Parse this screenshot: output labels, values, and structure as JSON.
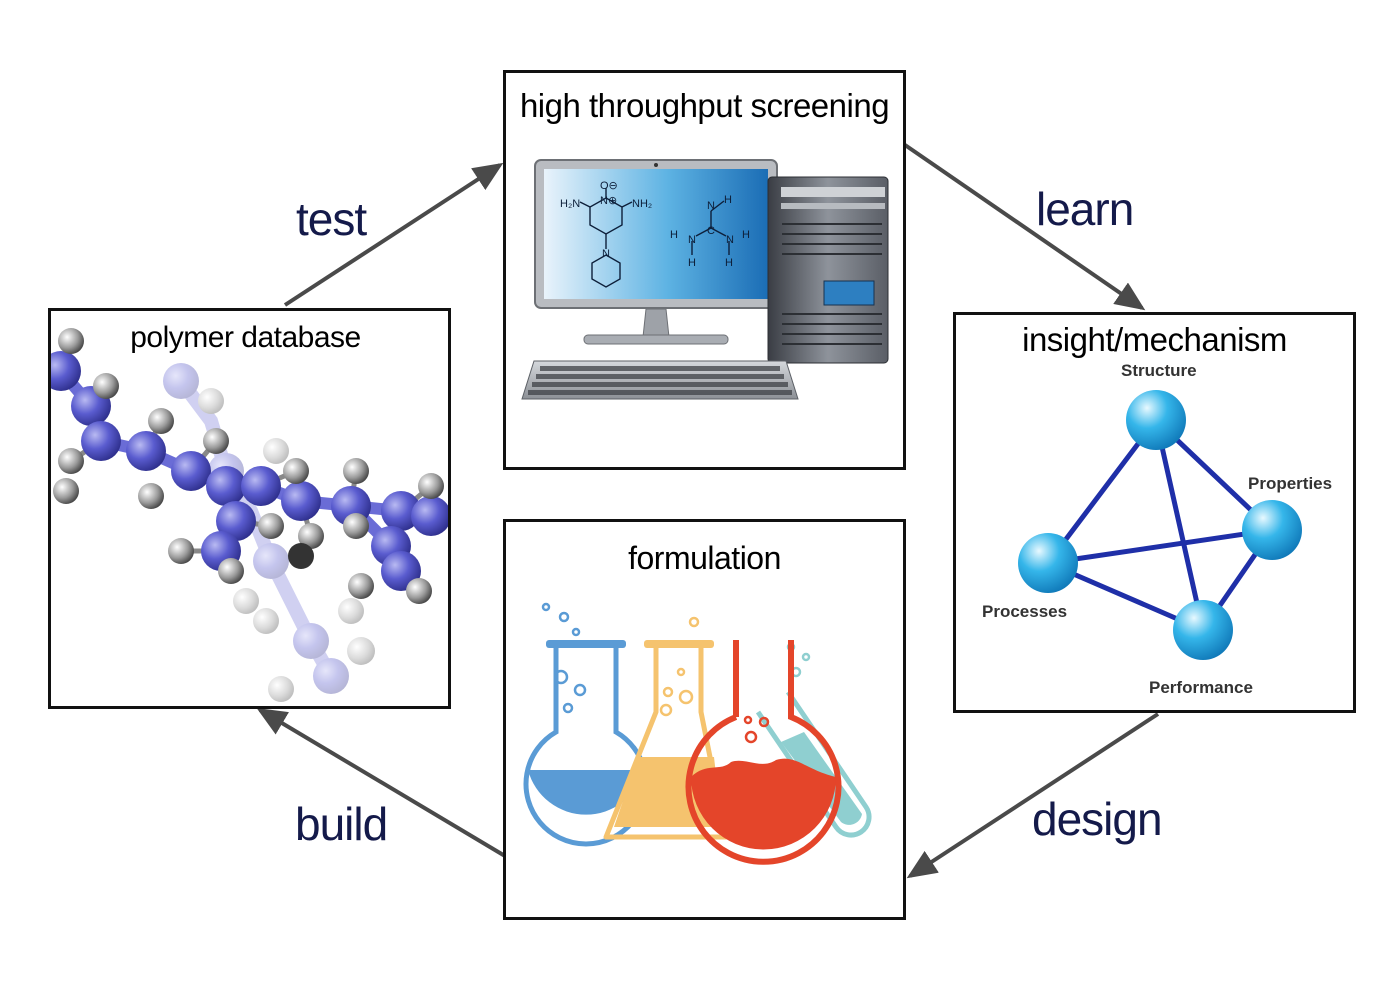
{
  "panels": {
    "screening": {
      "title": "high throughput screening"
    },
    "polymer": {
      "title": "polymer database"
    },
    "insight": {
      "title": "insight/mechanism",
      "nodes": {
        "structure": "Structure",
        "properties": "Properties",
        "processes": "Processes",
        "performance": "Performance"
      }
    },
    "formulation": {
      "title": "formulation"
    }
  },
  "cycle": {
    "test": "test",
    "learn": "learn",
    "design": "design",
    "build": "build"
  },
  "molecule_labels": {
    "h2n": "H₂N",
    "nh2": "NH₂",
    "o_minus": "O⊖",
    "n_plus": "N⊕",
    "n": "N",
    "h": "H",
    "c": "C"
  },
  "colors": {
    "arrow": "#4a4a4a",
    "label": "#141a4a",
    "atom_blue": "#5a5ccf",
    "node_cyan": "#35b6ea",
    "edge_blue": "#1f2fa8"
  }
}
